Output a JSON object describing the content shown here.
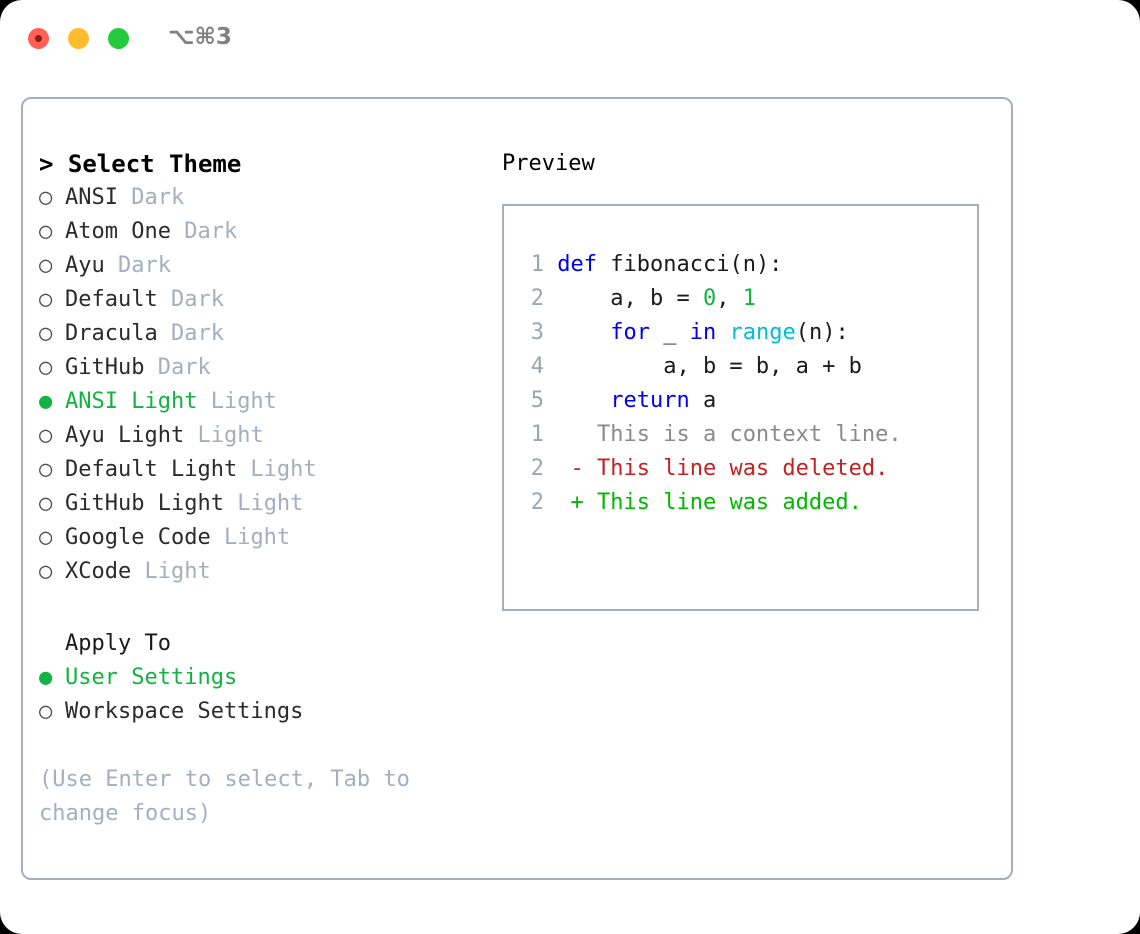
{
  "window": {
    "shortcut": "⌥⌘3",
    "traffic_lights": [
      "close",
      "minimize",
      "maximize"
    ],
    "colors": {
      "close": "#ff6058",
      "minimize": "#ffbd2e",
      "maximize": "#27c93f",
      "panel_border": "#a3afbe",
      "accent_green": "#11b341",
      "muted": "#a3afbe"
    }
  },
  "theme_list": {
    "header": "> Select Theme",
    "items": [
      {
        "bullet": "○",
        "name": "ANSI",
        "variant": "Dark",
        "selected": false
      },
      {
        "bullet": "○",
        "name": "Atom One",
        "variant": "Dark",
        "selected": false
      },
      {
        "bullet": "○",
        "name": "Ayu",
        "variant": "Dark",
        "selected": false
      },
      {
        "bullet": "○",
        "name": "Default",
        "variant": "Dark",
        "selected": false
      },
      {
        "bullet": "○",
        "name": "Dracula",
        "variant": "Dark",
        "selected": false
      },
      {
        "bullet": "○",
        "name": "GitHub",
        "variant": "Dark",
        "selected": false
      },
      {
        "bullet": "●",
        "name": "ANSI Light",
        "variant": "Light",
        "selected": true
      },
      {
        "bullet": "○",
        "name": "Ayu Light",
        "variant": "Light",
        "selected": false
      },
      {
        "bullet": "○",
        "name": "Default Light",
        "variant": "Light",
        "selected": false
      },
      {
        "bullet": "○",
        "name": "GitHub Light",
        "variant": "Light",
        "selected": false
      },
      {
        "bullet": "○",
        "name": "Google Code",
        "variant": "Light",
        "selected": false
      },
      {
        "bullet": "○",
        "name": "XCode",
        "variant": "Light",
        "selected": false
      }
    ]
  },
  "apply_to": {
    "label": "Apply To",
    "options": [
      {
        "bullet": "●",
        "name": "User Settings",
        "selected": true
      },
      {
        "bullet": "○",
        "name": "Workspace Settings",
        "selected": false
      }
    ]
  },
  "hint": "(Use Enter to select, Tab to change focus)",
  "preview": {
    "header": "Preview",
    "code_lines": [
      {
        "no": "1",
        "tokens": [
          {
            "t": "def",
            "c": "kw"
          },
          {
            "t": " fibonacci(n):",
            "c": "plain"
          }
        ]
      },
      {
        "no": "2",
        "tokens": [
          {
            "t": "    a, b = ",
            "c": "plain"
          },
          {
            "t": "0",
            "c": "num"
          },
          {
            "t": ", ",
            "c": "plain"
          },
          {
            "t": "1",
            "c": "num"
          }
        ]
      },
      {
        "no": "3",
        "tokens": [
          {
            "t": "    ",
            "c": "plain"
          },
          {
            "t": "for",
            "c": "kw"
          },
          {
            "t": " _ ",
            "c": "plain"
          },
          {
            "t": "in",
            "c": "kw"
          },
          {
            "t": " ",
            "c": "plain"
          },
          {
            "t": "range",
            "c": "bi"
          },
          {
            "t": "(n):",
            "c": "plain"
          }
        ]
      },
      {
        "no": "4",
        "tokens": [
          {
            "t": "        a, b = b, a + b",
            "c": "plain"
          }
        ]
      },
      {
        "no": "5",
        "tokens": [
          {
            "t": "    ",
            "c": "plain"
          },
          {
            "t": "return",
            "c": "kw"
          },
          {
            "t": " a",
            "c": "plain"
          }
        ]
      }
    ],
    "diff_lines": [
      {
        "no": "1",
        "marker": " ",
        "text": " This is a context line.",
        "kind": "ctx"
      },
      {
        "no": "2",
        "marker": "-",
        "text": " This line was deleted.",
        "kind": "del"
      },
      {
        "no": "2",
        "marker": "+",
        "text": " This line was added.",
        "kind": "add"
      }
    ]
  }
}
